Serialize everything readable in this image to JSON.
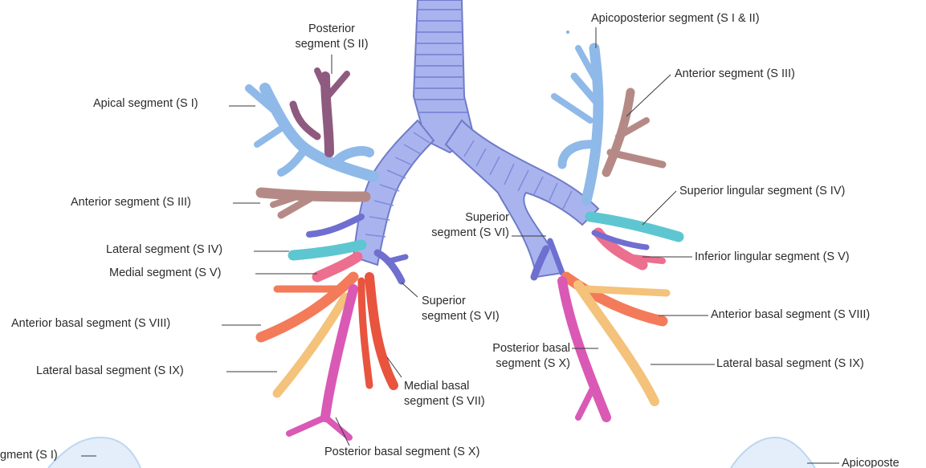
{
  "colors": {
    "trachea": "#a9b4ef",
    "trachea_ring": "#7f8bd8",
    "apical": "#8fb9e8",
    "posterior": "#8f5a7f",
    "anterior": "#b58a86",
    "lateral_lingula_sup": "#5ec6d0",
    "medial_lingula_inf": "#ec6f8f",
    "superior_VI": "#6f6fd0",
    "anterior_basal": "#f37b5a",
    "lateral_basal": "#f4c27a",
    "posterior_basal": "#d959b5",
    "medial_basal": "#e8543e",
    "lung_outline": "#bcd7f2"
  },
  "labels": {
    "posterior_seg_right_l1": "Posterior",
    "posterior_seg_right_l2": "segment (S II)",
    "apical_seg_right": "Apical segment (S I)",
    "anterior_seg_right": "Anterior segment (S III)",
    "lateral_seg_right": "Lateral segment (S IV)",
    "medial_seg_right": "Medial segment (S V)",
    "anterior_basal_right": "Anterior basal segment (S VIII)",
    "lateral_basal_right": "Lateral basal segment (S IX)",
    "superior_seg_right_l1": "Superior",
    "superior_seg_right_l2": "segment (S VI)",
    "medial_basal_l1": "Medial basal",
    "medial_basal_l2": "segment (S VII)",
    "posterior_basal_right": "Posterior basal segment (S X)",
    "superior_seg_left_l1": "Superior",
    "superior_seg_left_l2": "segment (S VI)",
    "apicoposterior_left": "Apicoposterior segment (S I & II)",
    "anterior_seg_left": "Anterior segment (S III)",
    "superior_lingular_left": "Superior lingular segment (S IV)",
    "inferior_lingular_left": "Inferior lingular segment (S V)",
    "anterior_basal_left": "Anterior basal segment (S VIII)",
    "posterior_basal_left_l1": "Posterior basal",
    "posterior_basal_left_l2": "segment (S X)",
    "lateral_basal_left": "Lateral basal segment (S IX)",
    "bottom_left_partial": "gment (S I)",
    "bottom_right_partial": "Apicoposte"
  }
}
